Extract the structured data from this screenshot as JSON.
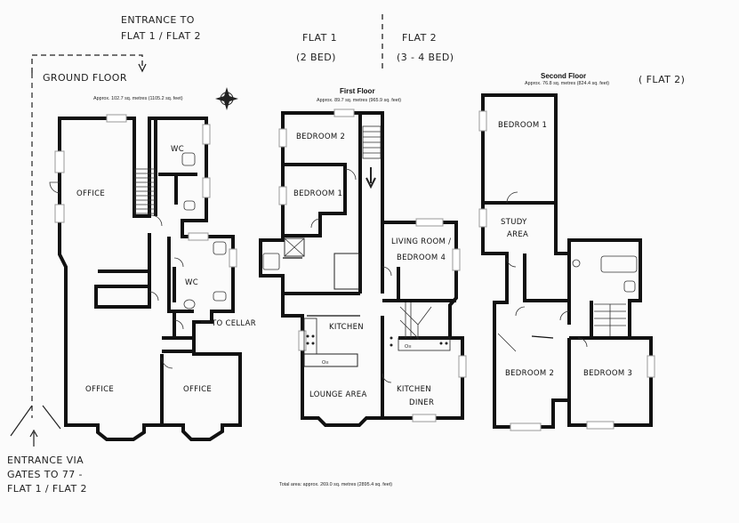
{
  "notes": {
    "entrance_flats": [
      "ENTRANCE TO",
      "FLAT 1 / FLAT 2"
    ],
    "ground_floor": "GROUND FLOOR",
    "flat1": [
      "FLAT 1",
      "(2 BED)"
    ],
    "flat2": [
      "FLAT 2",
      "(3 - 4 BED)"
    ],
    "flat2_second": "( FLAT 2)",
    "entrance_via": [
      "ENTRANCE VIA",
      "GATES TO 77 -",
      "FLAT 1 / FLAT 2"
    ]
  },
  "floors": {
    "ground": {
      "area": "Approx. 102.7 sq. metres (1105.2 sq. feet)"
    },
    "first": {
      "title": "First Floor",
      "area": "Approx. 89.7 sq. metres (965.9 sq. feet)"
    },
    "second": {
      "title": "Second Floor",
      "area": "Approx. 76.8 sq. metres (824.4 sq. feet)"
    }
  },
  "rooms": {
    "office_top": "OFFICE",
    "wc1": "WC",
    "wc2": "WC",
    "to_cellar": "TO CELLAR",
    "office_bl": "OFFICE",
    "office_br": "OFFICE",
    "bedroom2_f1": "BEDROOM 2",
    "bedroom1_f1": "BEDROOM 1",
    "living": [
      "LIVING ROOM /",
      "BEDROOM 4"
    ],
    "kitchen": "KITCHEN",
    "lounge": "LOUNGE AREA",
    "kitchen_diner": [
      "KITCHEN",
      "DINER"
    ],
    "bedroom1_f2": "BEDROOM 1",
    "study": [
      "STUDY",
      "AREA"
    ],
    "bedroom2_f2": "BEDROOM 2",
    "bedroom3_f2": "BEDROOM 3"
  },
  "total": "Total area: approx. 269.0 sq. metres (2895.4 sq. feet)"
}
